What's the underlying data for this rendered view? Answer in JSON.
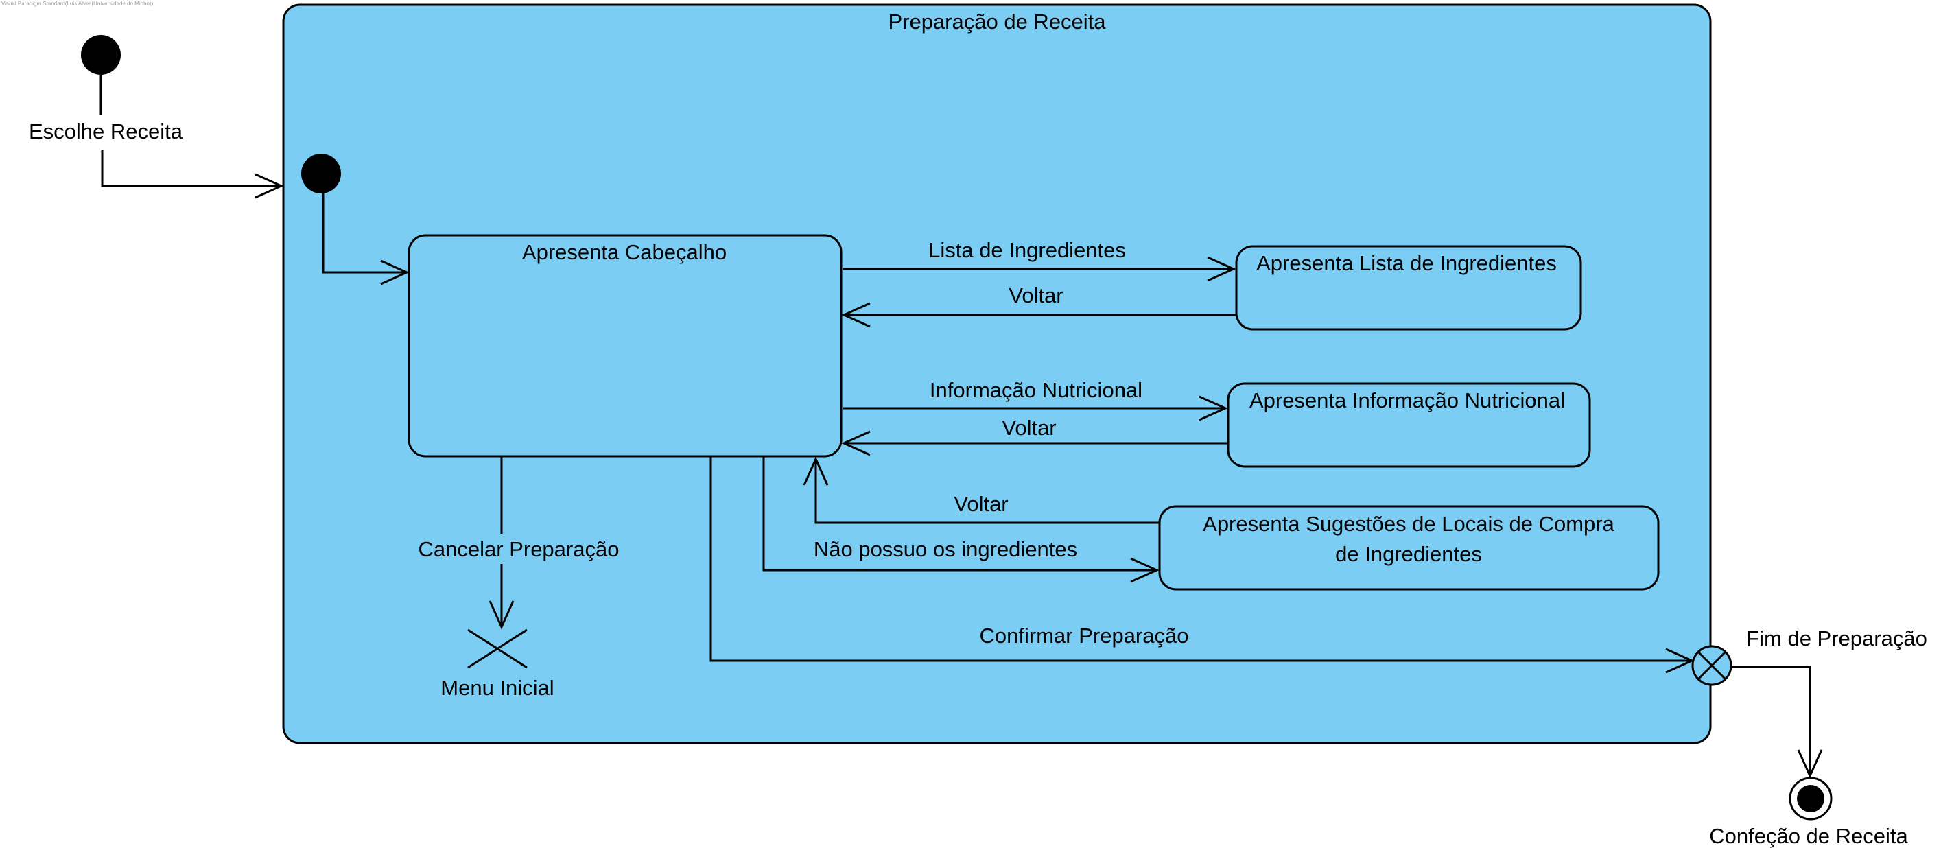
{
  "watermark": "Visual Paradigm Standard(Luis Alves(Universidade do Minho))",
  "colors": {
    "composite_fill": "#7bcdf3",
    "state_fill": "#7bcdf3",
    "stroke": "#000000"
  },
  "composite_state": {
    "title": "Preparação de Receita"
  },
  "states": {
    "header": "Apresenta Cabeçalho",
    "ingredients": "Apresenta Lista de Ingredientes",
    "nutrition": "Apresenta Informação Nutricional",
    "suggestions_line1": "Apresenta Sugestões de Locais de Compra",
    "suggestions_line2": "de Ingredientes"
  },
  "pseudo_states": {
    "outer_initial_label": "Escolhe Receita",
    "terminate_label": "Menu Inicial",
    "exit_point_label": "Fim de Preparação",
    "final_label": "Confeção de Receita"
  },
  "transitions": {
    "to_ingredients": "Lista de Ingredientes",
    "back_from_ingredients": "Voltar",
    "to_nutrition": "Informação Nutricional",
    "back_from_nutrition": "Voltar",
    "back_from_suggestions": "Voltar",
    "to_suggestions": "Não possuo os ingredientes",
    "cancel": "Cancelar Preparação",
    "confirm": "Confirmar Preparação"
  }
}
